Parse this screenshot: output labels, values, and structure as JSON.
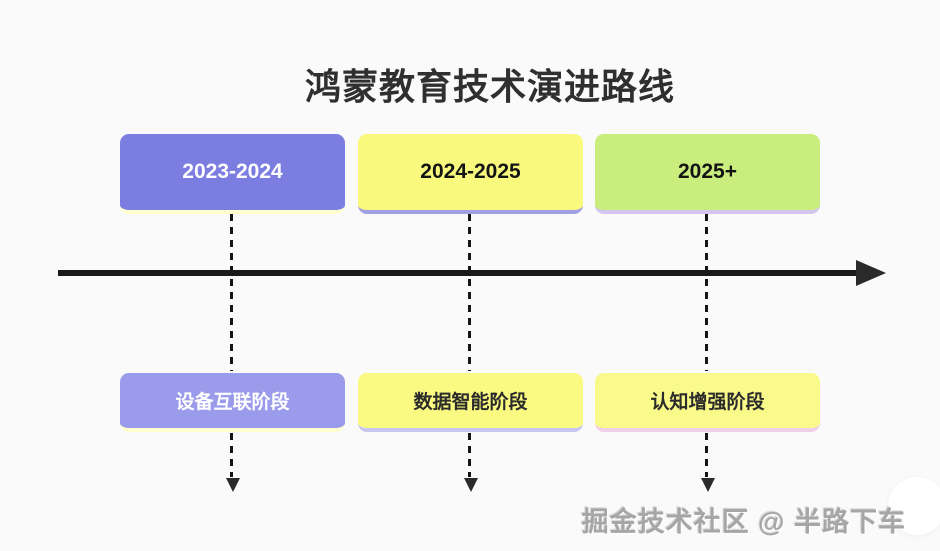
{
  "title": "鸿蒙教育技术演进路线",
  "timeline": {
    "axis_color": "#1a1a1a",
    "periods": [
      {
        "label": "2023-2024",
        "fill": "#7b7de1",
        "text_color": "#ffffff",
        "accent": "#ffffd0"
      },
      {
        "label": "2024-2025",
        "fill": "#f9f97d",
        "text_color": "#141414",
        "accent": "#9f9fe3"
      },
      {
        "label": "2025+",
        "fill": "#c9ee7d",
        "text_color": "#141414",
        "accent": "#d2c6ee"
      }
    ],
    "stages": [
      {
        "label": "设备互联阶段",
        "fill": "#9b9bec",
        "text_color": "#ffffff",
        "accent": "#ffffd0"
      },
      {
        "label": "数据智能阶段",
        "fill": "#fafa82",
        "text_color": "#2b2b2b",
        "accent": "#c6c6f0"
      },
      {
        "label": "认知增强阶段",
        "fill": "#fafa8a",
        "text_color": "#2b2b2b",
        "accent": "#f0cfe9"
      }
    ]
  },
  "watermark": "掘金技术社区 @ 半路下车"
}
